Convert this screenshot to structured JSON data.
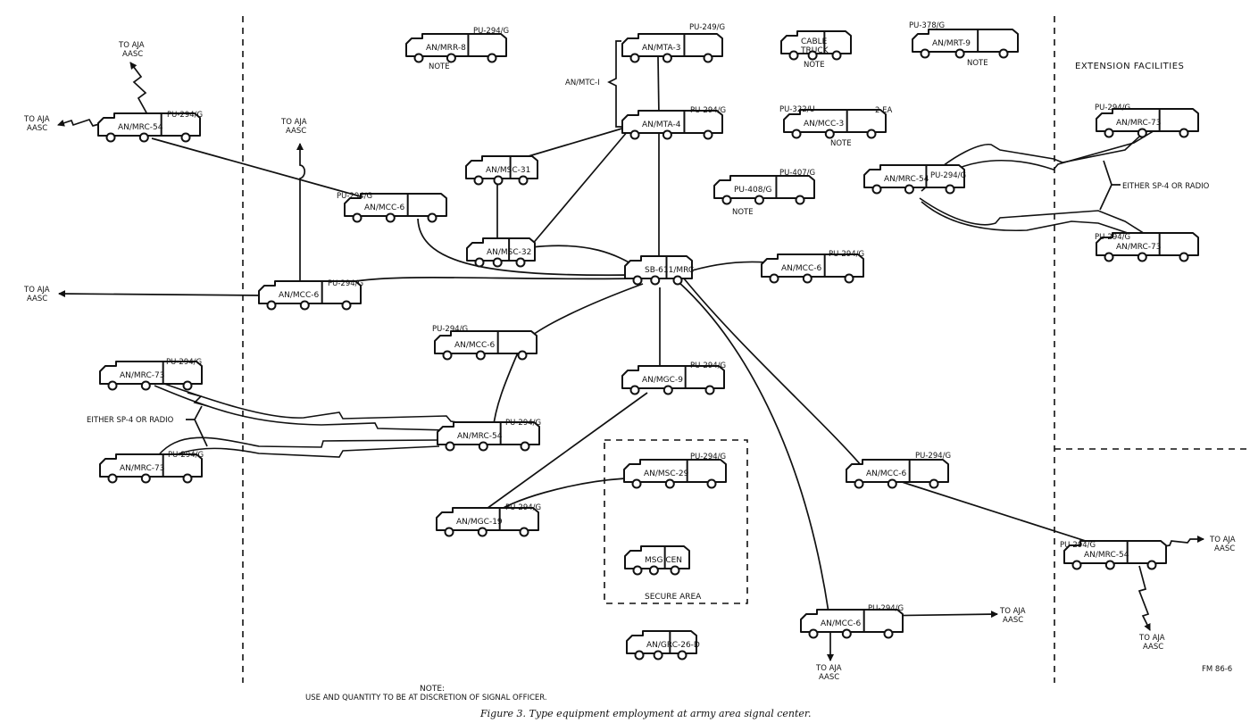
{
  "figure": {
    "caption": "Figure 3. Type equipment employment at army area signal center.",
    "code": "FM 86-6",
    "note_title": "NOTE:",
    "note_text": "USE AND QUANTITY TO BE AT DISCRETION OF SIGNAL OFFICER.",
    "extension_header": "EXTENSION FACILITIES",
    "secure_area_label": "SECURE AREA"
  },
  "vehicles": [
    {
      "id": "mrr8",
      "name": "AN/MRR-8",
      "gen": "PU-294/G",
      "note": "NOTE"
    },
    {
      "id": "mta3",
      "name": "AN/MTA-3",
      "gen": "PU-249/G"
    },
    {
      "id": "cable",
      "name": "CABLE",
      "name2": "TRUCK",
      "note": "NOTE"
    },
    {
      "id": "mrt9",
      "name": "AN/MRT-9",
      "gen": "PU-378/G",
      "note": "NOTE"
    },
    {
      "id": "mta4",
      "name": "AN/MTA-4",
      "gen": "PU-294/G"
    },
    {
      "id": "mcc3",
      "name": "AN/MCC-3",
      "gen": "PU-322/U",
      "qty": "2 EA",
      "note": "NOTE"
    },
    {
      "id": "msc31",
      "name": "AN/MSC-31"
    },
    {
      "id": "pu408",
      "name": "PU-408/G",
      "gen": "PU-407/G",
      "note": "NOTE"
    },
    {
      "id": "msc32",
      "name": "AN/MSC-32"
    },
    {
      "id": "sb611",
      "name": "SB-611/MRC"
    },
    {
      "id": "mrc54a",
      "name": "AN/MRC-54",
      "gen": "PU-294/G"
    },
    {
      "id": "mcc6a",
      "name": "AN/MCC-6",
      "gen": "PU-294/G"
    },
    {
      "id": "mcc6b",
      "name": "AN/MCC-6",
      "gen": "PU-294/G"
    },
    {
      "id": "mcc6c",
      "name": "AN/MCC-6",
      "gen": "PU-294/G"
    },
    {
      "id": "mcc6d",
      "name": "AN/MCC-6",
      "gen": "PU-294/G"
    },
    {
      "id": "mrc73a",
      "name": "AN/MRC-73",
      "gen": "PU-294/G"
    },
    {
      "id": "mrc73b",
      "name": "AN/MRC-73",
      "gen": "PU-294/G"
    },
    {
      "id": "mrc54b",
      "name": "AN/MRC-54",
      "gen": "PU-294/G"
    },
    {
      "id": "mgc9",
      "name": "AN/MGC-9",
      "gen": "PU-294/G"
    },
    {
      "id": "msc29",
      "name": "AN/MSC-29",
      "gen": "PU-294/G"
    },
    {
      "id": "mgc19",
      "name": "AN/MGC-19",
      "gen": "PU-294/G"
    },
    {
      "id": "msgcen",
      "name": "MSG CEN"
    },
    {
      "id": "grc26",
      "name": "AN/GRC-26-D"
    },
    {
      "id": "mcc6e",
      "name": "AN/MCC-6",
      "gen": "PU-294/G"
    },
    {
      "id": "mcc6f",
      "name": "AN/MCC-6",
      "gen": "PU-294/G"
    },
    {
      "id": "mrc54c",
      "name": "AN/MRC-54",
      "gen": "PU-294/G"
    },
    {
      "id": "mrc54d",
      "name": "AN/MRC-54",
      "gen": "PU-294/G"
    },
    {
      "id": "mrc73c",
      "name": "AN/MRC-73",
      "gen": "PU-294/G"
    },
    {
      "id": "mrc73d",
      "name": "AN/MRC-73",
      "gen": "PU-294/G"
    }
  ],
  "labels": {
    "mtc1": "AN/MTC-I",
    "either_left": "EITHER SP-4 OR RADIO",
    "either_right": "EITHER SP-4 OR RADIO",
    "aja": "TO AJA",
    "aasc": "AASC"
  }
}
